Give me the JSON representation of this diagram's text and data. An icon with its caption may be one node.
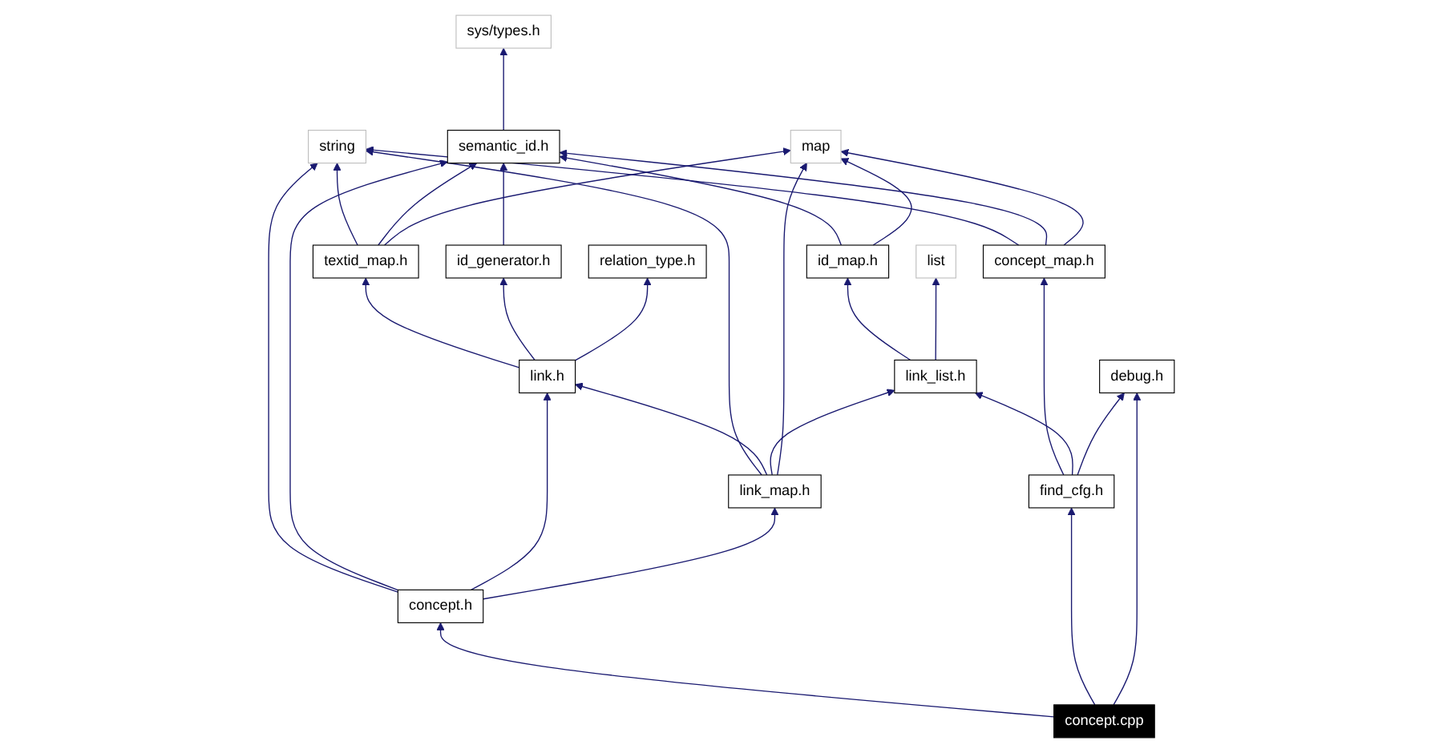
{
  "diagram": {
    "nodes": [
      {
        "text": [
          "sys/types.h"
        ]
      },
      {
        "text": [
          "string"
        ]
      },
      {
        "text": [
          "semantic_id.h"
        ]
      },
      {
        "text": [
          "map"
        ]
      },
      {
        "text": [
          "textid_map.h"
        ]
      },
      {
        "text": [
          "id_generator.h"
        ]
      },
      {
        "text": [
          "relation_type.h"
        ]
      },
      {
        "text": [
          "concept_map.h"
        ]
      },
      {
        "text": [
          "id_map.h"
        ]
      },
      {
        "text": [
          "list"
        ]
      },
      {
        "text": [
          "link.h"
        ]
      },
      {
        "text": [
          "link_list.h"
        ]
      },
      {
        "text": [
          "debug.h"
        ]
      },
      {
        "text": [
          "link_map.h"
        ]
      },
      {
        "text": [
          "find_cfg.h"
        ]
      },
      {
        "text": [
          "concept.h"
        ]
      },
      {
        "text": [
          "concept.cpp"
        ]
      }
    ],
    "edges": [
      {
        "from": 2,
        "to": 0,
        "arrow": "to"
      },
      {
        "from": 4,
        "to": 1,
        "arrow": "to"
      },
      {
        "from": 4,
        "to": 2,
        "arrow": "to"
      },
      {
        "from": 4,
        "to": 3,
        "arrow": "to"
      },
      {
        "from": 5,
        "to": 2,
        "arrow": "to"
      },
      {
        "from": 7,
        "to": 1,
        "arrow": "to"
      },
      {
        "from": 7,
        "to": 2,
        "arrow": "to"
      },
      {
        "from": 7,
        "to": 3,
        "arrow": "to"
      },
      {
        "from": 8,
        "to": 2,
        "arrow": "to"
      },
      {
        "from": 8,
        "to": 3,
        "arrow": "to"
      },
      {
        "from": 10,
        "to": 4,
        "arrow": "to"
      },
      {
        "from": 10,
        "to": 5,
        "arrow": "to"
      },
      {
        "from": 10,
        "to": 6,
        "arrow": "to"
      },
      {
        "from": 11,
        "to": 8,
        "arrow": "to"
      },
      {
        "from": 11,
        "to": 9,
        "arrow": "to"
      },
      {
        "from": 13,
        "to": 1,
        "arrow": "to"
      },
      {
        "from": 13,
        "to": 10,
        "arrow": "to"
      },
      {
        "from": 13,
        "to": 11,
        "arrow": "to"
      },
      {
        "from": 13,
        "to": 3,
        "arrow": "to"
      },
      {
        "from": 14,
        "to": 7,
        "arrow": "to"
      },
      {
        "from": 14,
        "to": 11,
        "arrow": "to"
      },
      {
        "from": 14,
        "to": 12,
        "arrow": "to"
      },
      {
        "from": 15,
        "to": 1,
        "arrow": "to"
      },
      {
        "from": 15,
        "to": 2,
        "arrow": "to"
      },
      {
        "from": 15,
        "to": 10,
        "arrow": "to"
      },
      {
        "from": 15,
        "to": 13,
        "arrow": "to"
      },
      {
        "from": 16,
        "to": 15,
        "arrow": "to"
      },
      {
        "from": 16,
        "to": 14,
        "arrow": "to"
      },
      {
        "from": 16,
        "to": 12,
        "arrow": "to"
      }
    ]
  }
}
